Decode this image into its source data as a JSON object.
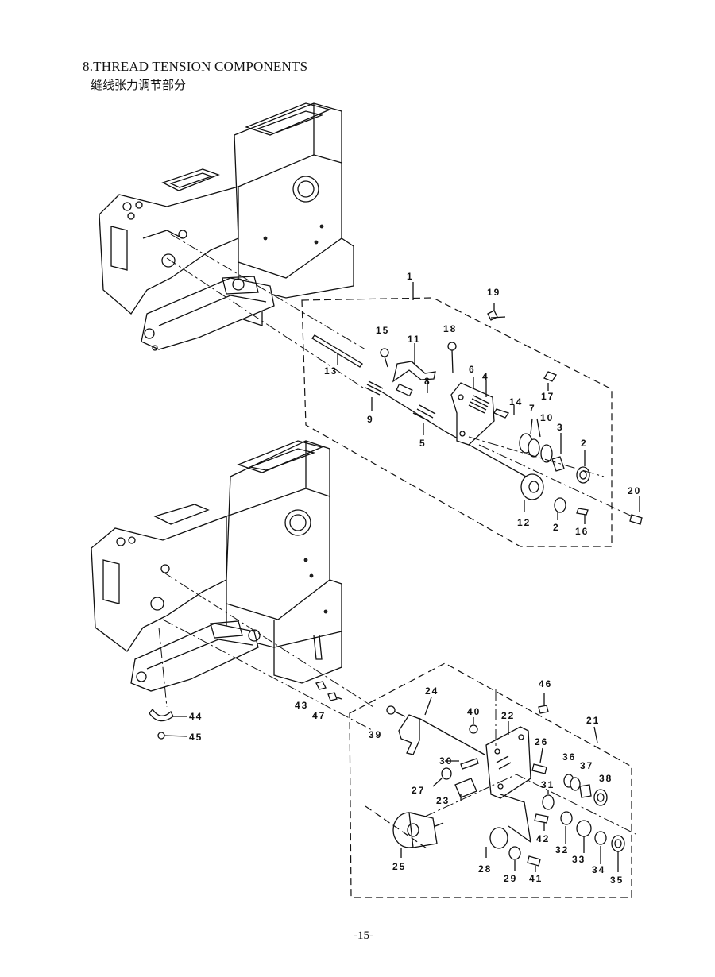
{
  "header": {
    "title_en": "8.THREAD TENSION COMPONENTS",
    "title_cn": "缝线张力调节部分"
  },
  "footer": {
    "page_number": "-15-"
  },
  "callouts": {
    "c1": "1",
    "c2a": "2",
    "c2b": "2",
    "c3": "3",
    "c4": "4",
    "c5": "5",
    "c6": "6",
    "c7": "7",
    "c8": "8",
    "c9": "9",
    "c10": "10",
    "c11": "11",
    "c12": "12",
    "c13": "13",
    "c14": "14",
    "c15": "15",
    "c16": "16",
    "c17": "17",
    "c18": "18",
    "c19": "19",
    "c20": "20",
    "c21": "21",
    "c22": "22",
    "c23": "23",
    "c24": "24",
    "c25": "25",
    "c26": "26",
    "c27": "27",
    "c28": "28",
    "c29": "29",
    "c30": "30",
    "c31": "31",
    "c32": "32",
    "c33": "33",
    "c34": "34",
    "c35": "35",
    "c36": "36",
    "c37": "37",
    "c38": "38",
    "c39": "39",
    "c40": "40",
    "c41": "41",
    "c42": "42",
    "c43": "43",
    "c44": "44",
    "c45": "45",
    "c46": "46",
    "c47": "47"
  }
}
